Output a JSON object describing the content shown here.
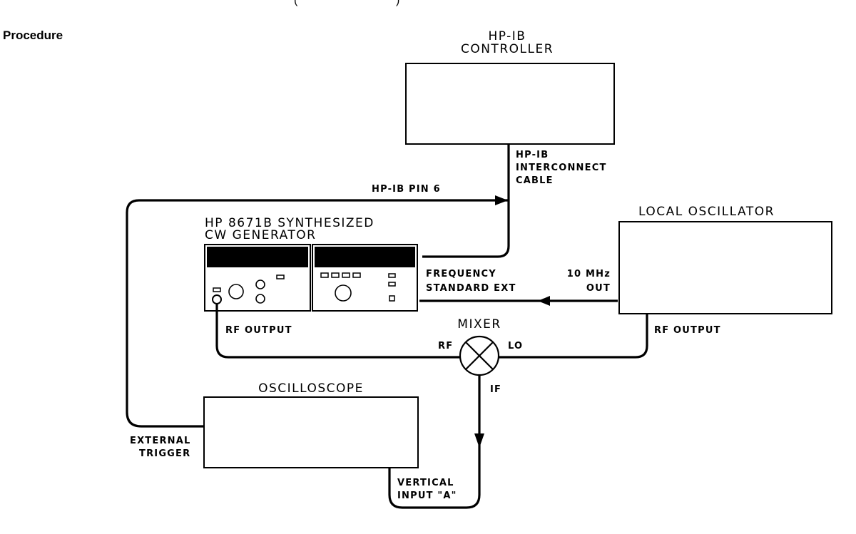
{
  "page": {
    "top_fragment_left": "(",
    "top_fragment_right": ")",
    "heading": "Procedure"
  },
  "diagram": {
    "controller": {
      "title_line1": "HP-IB",
      "title_line2": "CONTROLLER"
    },
    "generator": {
      "title_line1": "HP 8671B SYNTHESIZED",
      "title_line2": "CW GENERATOR"
    },
    "local_oscillator": {
      "title": "LOCAL OSCILLATOR"
    },
    "oscilloscope": {
      "title": "OSCILLOSCOPE"
    },
    "mixer": {
      "title": "MIXER",
      "port_rf": "RF",
      "port_lo": "LO",
      "port_if": "IF"
    },
    "labels": {
      "hpib_cable_line1": "HP-IB",
      "hpib_cable_line2": "INTERCONNECT",
      "hpib_cable_line3": "CABLE",
      "hpib_pin6": "HP-IB PIN 6",
      "freq_std_line1": "FREQUENCY",
      "freq_std_line2": "STANDARD EXT",
      "ten_mhz_line1": "10 MHz",
      "ten_mhz_line2": "OUT",
      "gen_rf_output": "RF OUTPUT",
      "lo_rf_output": "RF OUTPUT",
      "ext_trigger_line1": "EXTERNAL",
      "ext_trigger_line2": "TRIGGER",
      "vertical_input_line1": "VERTICAL",
      "vertical_input_line2": "INPUT \"A\""
    }
  }
}
